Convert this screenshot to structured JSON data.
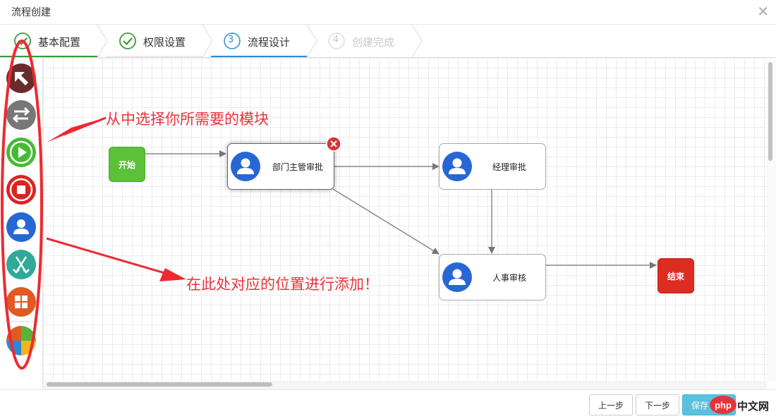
{
  "window": {
    "title": "流程创建"
  },
  "steps": [
    {
      "number": "1",
      "label": "基本配置",
      "state": "done"
    },
    {
      "number": "2",
      "label": "权限设置",
      "state": "done"
    },
    {
      "number": "3",
      "label": "流程设计",
      "state": "active"
    },
    {
      "number": "4",
      "label": "创建完成",
      "state": "pending"
    }
  ],
  "palette": [
    {
      "icon": "select-arrow-icon",
      "color": "#6b2b2b"
    },
    {
      "icon": "connect-arrows-icon",
      "color": "#777777"
    },
    {
      "icon": "start-play-icon",
      "color": "#44bb33"
    },
    {
      "icon": "end-stop-icon",
      "color": "#dd2222"
    },
    {
      "icon": "person-task-icon",
      "color": "#2767d5"
    },
    {
      "icon": "branch-fork-icon",
      "color": "#30a99a"
    },
    {
      "icon": "subprocess-grid-icon",
      "color": "#e05a22"
    },
    {
      "icon": "group-tiles-icon",
      "color": "#e8a820"
    }
  ],
  "flow": {
    "start_label": "开始",
    "end_label": "结束",
    "tasks": [
      {
        "label": "部门主管审批",
        "selected": true
      },
      {
        "label": "经理审批",
        "selected": false
      },
      {
        "label": "人事审核",
        "selected": false
      }
    ]
  },
  "annotations": {
    "note1": "从中选择你所需要的模块",
    "note2": "在此处对应的位置进行添加！"
  },
  "footer": {
    "prev_label": "上一步",
    "next_label": "下一步",
    "save_label": "保存"
  },
  "watermark": {
    "text": "中文网",
    "logo_text": "php"
  },
  "colors": {
    "accent": "#2a8bd5",
    "done": "#3a9b3a",
    "annotation": "#e8333b"
  }
}
